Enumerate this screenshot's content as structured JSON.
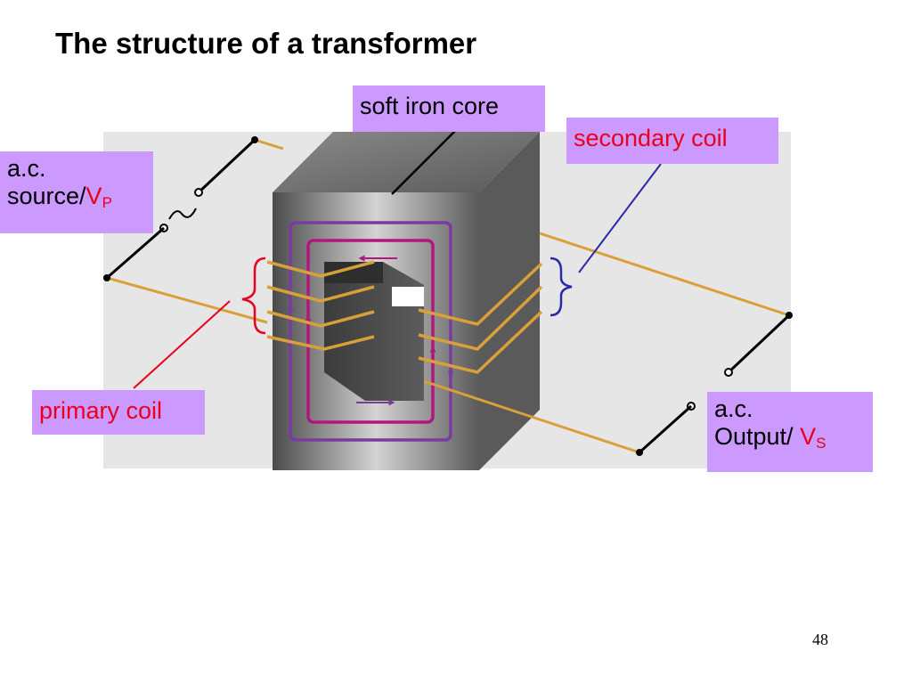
{
  "slide": {
    "title": "The structure of a transformer",
    "page_number": "48"
  },
  "labels": {
    "core": "soft iron core",
    "secondary": "secondary coil",
    "primary": "primary coil",
    "source_line1": "a.c.",
    "source_line2": "source/",
    "source_symbol": "V",
    "source_sub": "P",
    "output_line1": "a.c.",
    "output_line2": "Output/ ",
    "output_symbol": "V",
    "output_sub": "S"
  },
  "colors": {
    "label_bg": "#cc99ff",
    "emphasis_text": "#e8001c",
    "wire": "#d9a03a",
    "flux_magenta": "#b0187c",
    "flux_purple": "#7a3c9c",
    "primary_pointer": "#e8001c",
    "secondary_pointer": "#2a2aa8"
  }
}
